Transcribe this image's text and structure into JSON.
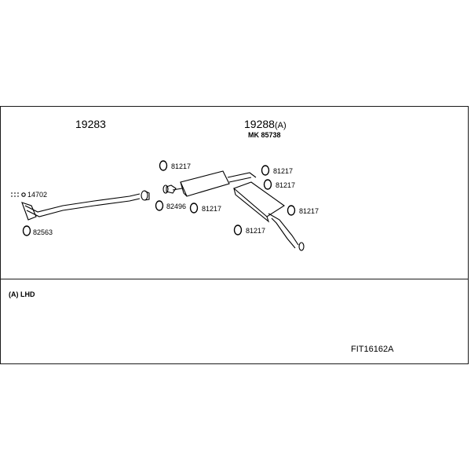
{
  "assemblies": [
    {
      "number": "19283",
      "suffix": ""
    },
    {
      "number": "19288",
      "suffix": "(A)"
    }
  ],
  "kit_label": "MK  85738",
  "part_labels": {
    "clamp_front_pipe": "14702",
    "gasket_front": "82563",
    "gasket_middle": "82496",
    "mount_1": "81217",
    "mount_2": "81217",
    "mount_3": "81217",
    "mount_4": "81217",
    "mount_5": "81217",
    "mount_6": "81217"
  },
  "footnote": "(A) LHD",
  "drawing_code": "FIT16162A"
}
